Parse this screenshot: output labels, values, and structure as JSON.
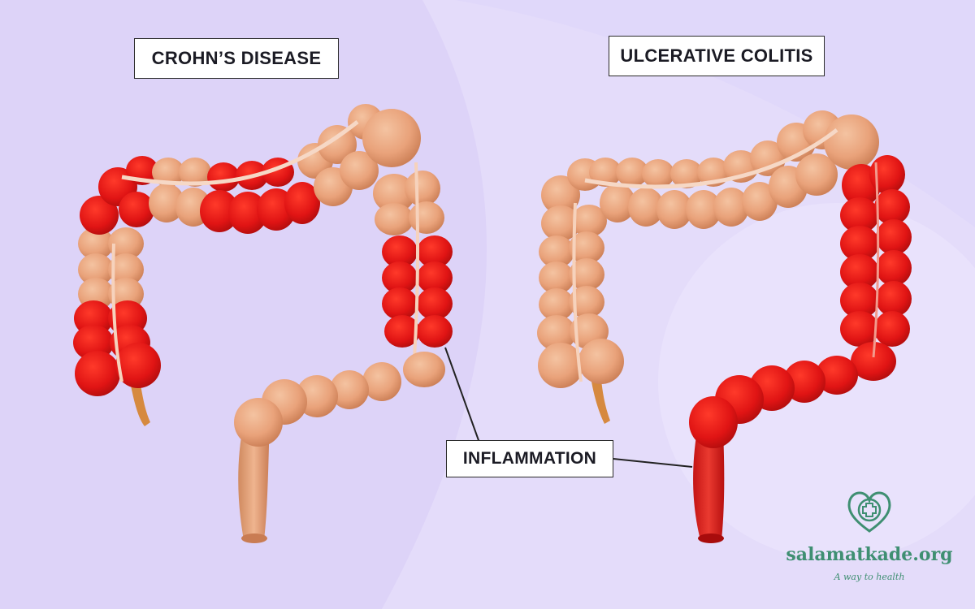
{
  "labels": {
    "crohns": "CROHN’S DISEASE",
    "ulcerative_colitis": "ULCERATIVE COLITIS",
    "inflammation": "INFLAMMATION"
  },
  "logo": {
    "name": "salamatkade.org",
    "tagline": "A way to health",
    "icon": "heart-plus-icon"
  },
  "colors": {
    "background": "#e4dcfa",
    "healthy_tissue": "#e9a27a",
    "inflamed_tissue": "#e01414",
    "brand_green": "#3f8f72"
  }
}
